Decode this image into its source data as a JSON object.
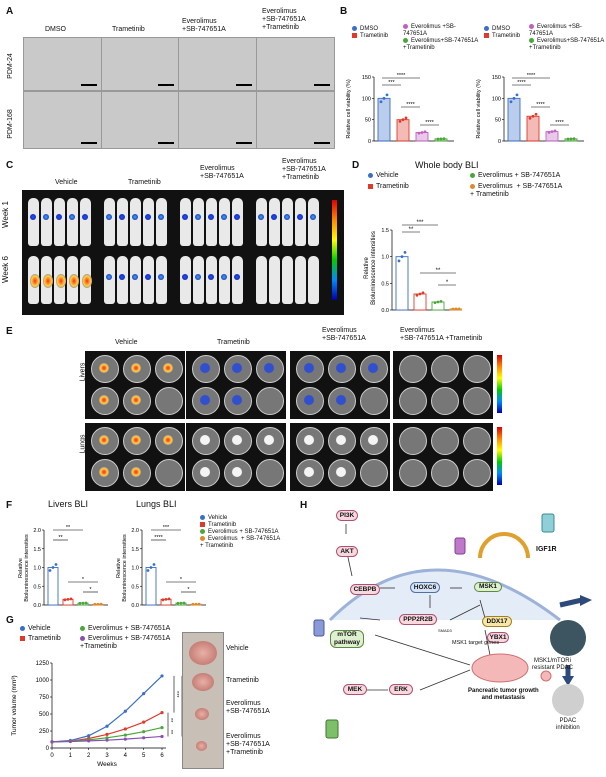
{
  "panels": {
    "A": {
      "label": "A",
      "cols": [
        "DMSO",
        "Trametinib",
        "Everolimus\n+SB-747651A",
        "Everolimus\n+SB-747651A\n+Trametinib"
      ],
      "rows": [
        "PDM-24",
        "PDM-168"
      ]
    },
    "B": {
      "label": "B",
      "legend": [
        "DMSO",
        "Trametinib",
        "Everolimus +SB-747651A",
        "Everolimus+SB-747651A +Trametinib"
      ],
      "ylabel": "Relative cell viability (%)",
      "charts": [
        {
          "values": [
            100,
            50,
            20,
            5
          ],
          "ylim": [
            0,
            150
          ],
          "yticks": [
            "0",
            "50",
            "100",
            "150"
          ],
          "sig": [
            "***",
            "****",
            "****",
            "****"
          ]
        },
        {
          "values": [
            100,
            58,
            22,
            5
          ],
          "ylim": [
            0,
            150
          ],
          "yticks": [
            "0",
            "50",
            "100",
            "150"
          ],
          "sig": [
            "****",
            "****",
            "****",
            "****"
          ]
        }
      ]
    },
    "C": {
      "label": "C",
      "cols": [
        "Vehicle",
        "Trametinib",
        "Everolimus\n+SB-747651A",
        "Everolimus\n+SB-747651A\n+Trametinib"
      ],
      "rows": [
        "Week 1",
        "Week 6"
      ]
    },
    "D": {
      "label": "D",
      "title": "Whole body BLI",
      "legend": [
        "Vehicle",
        "Trametinib",
        "Everolimus  + SB-747651A",
        "Everolimus  + SB-747651A\n+ Trametinib"
      ],
      "ylabel": "Relative\nBioluminescence intensities",
      "sig": [
        "**",
        "***",
        "**",
        "*"
      ]
    },
    "E": {
      "label": "E",
      "cols": [
        "Vehicle",
        "Trametinib",
        "Everolimus\n+SB-747651A",
        "Everolimus\n+SB-747651A +Trametinib"
      ],
      "rows": [
        "Livers",
        "Lungs"
      ]
    },
    "F": {
      "label": "F",
      "titles": [
        "Livers BLI",
        "Lungs BLI"
      ],
      "ylabel": "Relative\nBioluminescence intensities",
      "legend": [
        "Vehicle",
        "Trametinib",
        "Everolimus  + SB-747651A",
        "Everolimus  + SB-747651A\n+ Trametinib"
      ],
      "sig_livers": [
        "**",
        "**",
        "*",
        "*"
      ],
      "sig_lungs": [
        "****",
        "***",
        "*",
        "*"
      ]
    },
    "G": {
      "label": "G",
      "legend": [
        "Vehicle",
        "Trametinib",
        "Everolimus + SB-747651A",
        "Everolimus + SB-747651A\n+Trametinib"
      ],
      "photo_labels": [
        "Vehicle",
        "Trametinib",
        "Everolimus\n+SB-747651A",
        "Everolimus\n+SB-747651A\n+Trametinib"
      ],
      "sig": [
        "***",
        "****",
        "**",
        "**"
      ]
    },
    "H": {
      "label": "H",
      "nodes": {
        "pi3k": "PI3K",
        "akt": "AKT",
        "cebpb": "CEBPB",
        "hoxc6": "HOXC6",
        "msk1": "MSK1",
        "ppp2r2b": "PPP2R2B",
        "mtor": "mTOR\npathway",
        "ddx17": "DDX17",
        "ybx1": "YBX1",
        "mek": "MEK",
        "erk": "ERK",
        "igf1r": "IGF1R"
      },
      "texts": {
        "msk1_targets": "MSK1 target genes",
        "resistant": "MSK1/mTORi\nresistant PDAC",
        "growth": "Pancreatic tumor growth\nand metastasis",
        "inhibition": "PDAC\ninhibition",
        "smad": "SMAD3"
      }
    }
  },
  "chart_data": [
    {
      "type": "bar",
      "title": "",
      "categories": [
        "DMSO",
        "Trametinib",
        "Everolimus+SB-747651A",
        "Everolimus+SB-747651A+Trametinib"
      ],
      "values": [
        100,
        50,
        20,
        5
      ],
      "ylabel": "Relative cell viability (%)",
      "ylim": [
        0,
        150
      ]
    },
    {
      "type": "bar",
      "title": "",
      "categories": [
        "DMSO",
        "Trametinib",
        "Everolimus+SB-747651A",
        "Everolimus+SB-747651A+Trametinib"
      ],
      "values": [
        100,
        58,
        22,
        5
      ],
      "ylabel": "Relative cell viability (%)",
      "ylim": [
        0,
        150
      ]
    },
    {
      "type": "bar",
      "title": "Whole body BLI",
      "categories": [
        "Vehicle",
        "Trametinib",
        "Everolimus + SB-747651A",
        "Everolimus + SB-747651A + Trametinib"
      ],
      "values": [
        1.0,
        0.3,
        0.15,
        0.02
      ],
      "ylim": [
        0,
        1.5
      ],
      "yticks": [
        "0.0",
        "0.5",
        "1.0",
        "1.5"
      ]
    },
    {
      "type": "bar",
      "title": "Livers BLI",
      "categories": [
        "Vehicle",
        "Trametinib",
        "Everolimus + SB-747651A",
        "Everolimus + SB-747651A + Trametinib"
      ],
      "values": [
        1.0,
        0.15,
        0.05,
        0.02
      ],
      "ylim": [
        0,
        2.0
      ],
      "yticks": [
        "0.0",
        "0.5",
        "1.0",
        "1.5",
        "2.0"
      ]
    },
    {
      "type": "bar",
      "title": "Lungs BLI",
      "categories": [
        "Vehicle",
        "Trametinib",
        "Everolimus + SB-747651A",
        "Everolimus + SB-747651A + Trametinib"
      ],
      "values": [
        1.0,
        0.15,
        0.05,
        0.02
      ],
      "ylim": [
        0,
        2.0
      ],
      "yticks": [
        "0.0",
        "0.5",
        "1.0",
        "1.5",
        "2.0"
      ]
    },
    {
      "type": "line",
      "title": "",
      "x": [
        0,
        1,
        2,
        3,
        4,
        5,
        6
      ],
      "xlabel": "Weeks",
      "ylabel": "Tumor volume (mm³)",
      "ylim": [
        0,
        1250
      ],
      "yticks": [
        "0",
        "250",
        "500",
        "750",
        "1000",
        "1250"
      ],
      "series": [
        {
          "name": "Vehicle",
          "values": [
            90,
            110,
            180,
            320,
            540,
            800,
            1060
          ],
          "color": "#3a6fc9"
        },
        {
          "name": "Trametinib",
          "values": [
            90,
            100,
            140,
            200,
            280,
            380,
            520
          ],
          "color": "#e03a2a"
        },
        {
          "name": "Everolimus + SB-747651A",
          "values": [
            90,
            100,
            120,
            150,
            190,
            240,
            300
          ],
          "color": "#4aa83a"
        },
        {
          "name": "Everolimus + SB-747651A +Trametinib",
          "values": [
            90,
            95,
            105,
            115,
            130,
            150,
            170
          ],
          "color": "#8a4fb0"
        }
      ]
    }
  ],
  "colors": {
    "vehicle": "#3a6fc9",
    "trametinib": "#e03a2a",
    "evero": "#4aa83a",
    "combo": "#e0882a",
    "combo_g": "#8a4fb0"
  }
}
